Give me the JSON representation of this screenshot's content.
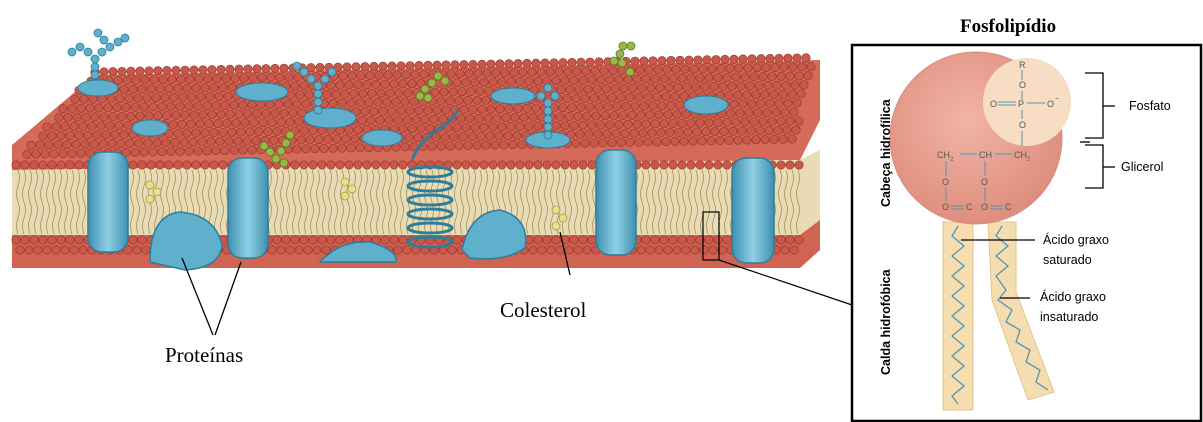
{
  "title": "Fosfolipídio",
  "labels": {
    "proteins": "Proteínas",
    "cholesterol": "Colesterol",
    "phosphate": "Fosfato",
    "glycerol": "Glicerol",
    "saturated_line1": "Ácido graxo",
    "saturated_line2": "saturado",
    "unsaturated_line1": "Ácido graxo",
    "unsaturated_line2": "insaturado",
    "hydrophilic_head": "Cabeça hidrofílica",
    "hydrophobic_tail": "Calda hidrofóbica"
  },
  "chemistry": {
    "r": "R",
    "o": "O",
    "p": "P",
    "o_minus": "O",
    "minus": "−",
    "ch2_left": "CH",
    "ch": "CH",
    "ch2_right": "CH",
    "sub2": "2",
    "c": "C"
  },
  "colors": {
    "lipid_head": "#c9574a",
    "lipid_head_dark": "#8e3328",
    "protein": "#5fb0cc",
    "protein_dark": "#2e7d99",
    "glycolipid": "#9ab84a",
    "cholesterol": "#e7df8e",
    "head_circle": "#e8a89a",
    "phosphate_circle": "#f6ddc4",
    "tail": "#f6ddb0"
  }
}
